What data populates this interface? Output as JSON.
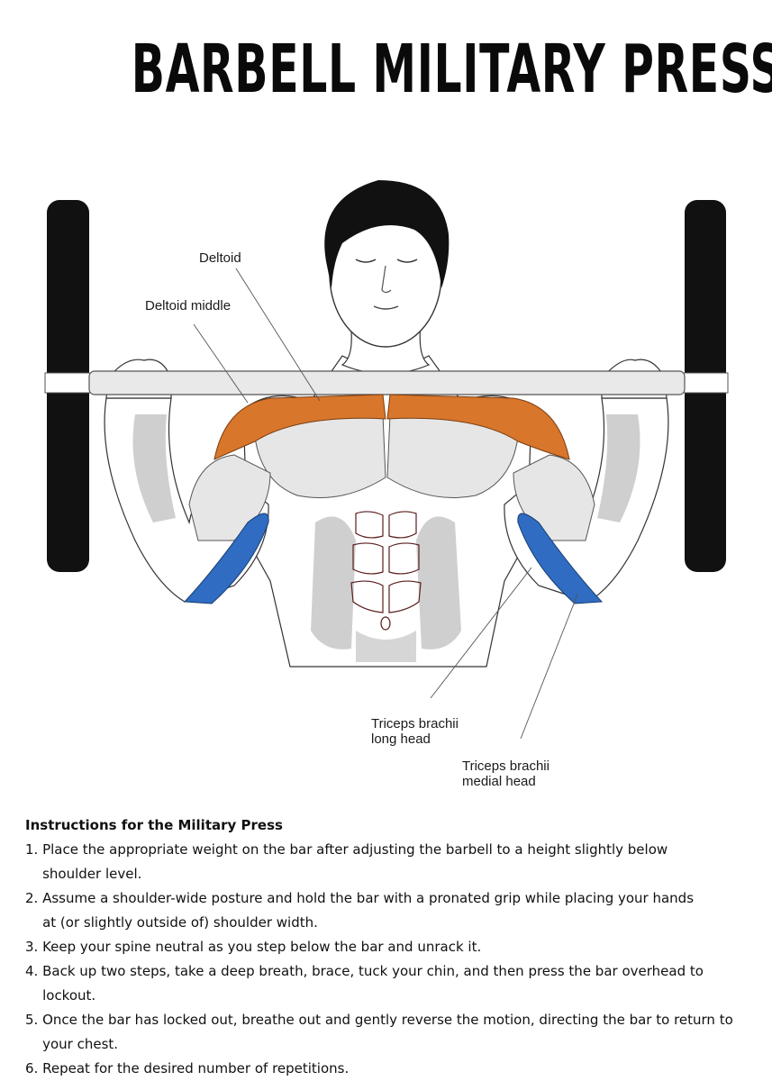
{
  "page": {
    "title": "BARBELL MILITARY PRESS"
  },
  "labels": {
    "deltoid": "Deltoid",
    "deltoid_middle": "Deltoid middle",
    "triceps_long_line1": "Triceps brachii",
    "triceps_long_line2": "long head",
    "triceps_medial_line1": "Triceps brachii",
    "triceps_medial_line2": "medial head"
  },
  "instructions": {
    "heading": "Instructions for the Military Press",
    "steps": [
      {
        "num": "1.",
        "text": "Place the appropriate weight on the bar after adjusting the barbell to a height slightly below\n shoulder level."
      },
      {
        "num": "2.",
        "text": "Assume a shoulder-wide posture and hold the bar with a pronated grip while placing your hands\nat (or slightly outside of) shoulder width."
      },
      {
        "num": "3.",
        "text": "Keep your spine neutral as you step below the bar and unrack it."
      },
      {
        "num": "4.",
        "text": "Back up two steps, take a deep breath, brace, tuck your chin, and then press the bar overhead to lockout."
      },
      {
        "num": "5.",
        "text": "Once the bar has locked out, breathe out and gently reverse the motion, directing the bar to return to\n your chest."
      },
      {
        "num": "6.",
        "text": "Repeat for the desired number of repetitions."
      }
    ]
  },
  "colors": {
    "deltoid": "#d8762c",
    "triceps": "#2f6cc2",
    "muscle_light": "#e6e6e6",
    "shadow": "#c9c9c9",
    "plate": "#111111",
    "bar": "#e9e9e9"
  }
}
